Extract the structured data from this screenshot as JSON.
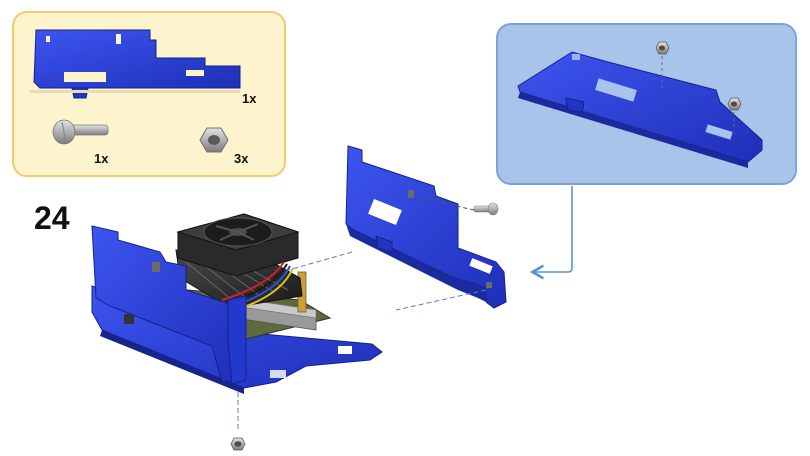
{
  "step": {
    "number": "24"
  },
  "parts_list": {
    "items": [
      {
        "icon": "blue-side-panel-icon",
        "quantity": "1x"
      },
      {
        "icon": "screw-icon",
        "quantity": "1x"
      },
      {
        "icon": "hex-nut-icon",
        "quantity": "3x"
      }
    ]
  },
  "colors": {
    "panel_blue": "#2b3fd6",
    "parts_box_fill": "#fdf4ce",
    "parts_box_border": "#f3c96a",
    "detail_box_fill": "#a9c4ea",
    "detail_box_border": "#7da3d6",
    "arrow": "#5a8fd6"
  }
}
